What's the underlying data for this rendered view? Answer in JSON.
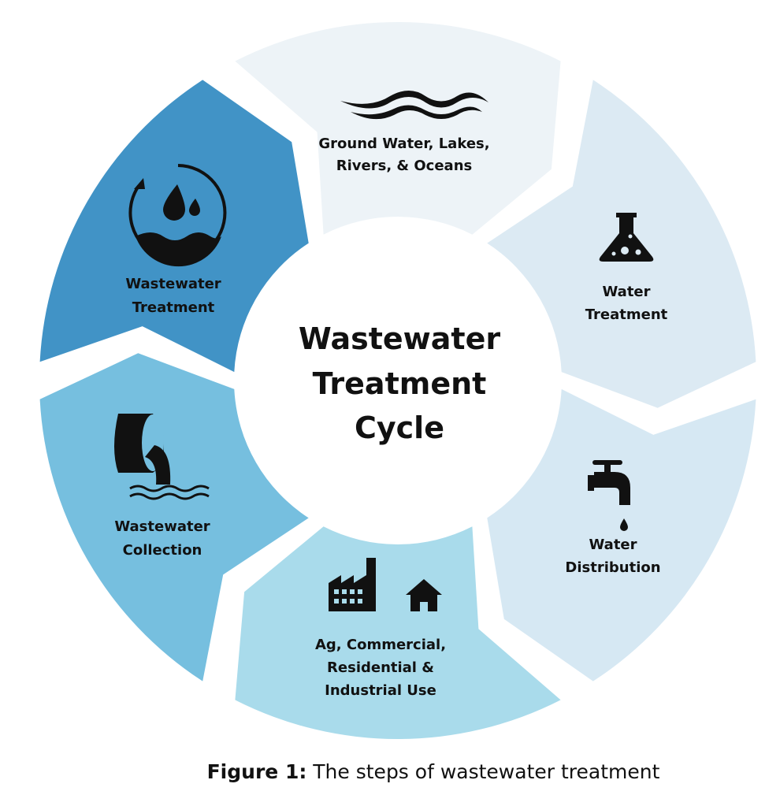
{
  "center": {
    "title_lines": [
      "Wastewater",
      "Treatment",
      "Cycle"
    ]
  },
  "segments": [
    {
      "id": "ground-water",
      "lines": [
        "Ground Water, Lakes,",
        "Rivers, & Oceans"
      ],
      "color": "#edf3f7",
      "icon": "waves-icon"
    },
    {
      "id": "water-treatment",
      "lines": [
        "Water",
        "Treatment"
      ],
      "color": "#dceaf3",
      "icon": "flask-icon"
    },
    {
      "id": "water-distribution",
      "lines": [
        "Water",
        "Distribution"
      ],
      "color": "#d6e8f3",
      "icon": "faucet-icon"
    },
    {
      "id": "use",
      "lines": [
        "Ag, Commercial,",
        "Residential &",
        "Industrial Use"
      ],
      "color": "#a9dbeb",
      "icon": "factory-house-icon"
    },
    {
      "id": "wastewater-collection",
      "lines": [
        "Wastewater",
        "Collection"
      ],
      "color": "#76bfdf",
      "icon": "pipe-outflow-icon"
    },
    {
      "id": "wastewater-treatment",
      "lines": [
        "Wastewater",
        "Treatment"
      ],
      "color": "#4193c6",
      "icon": "recycle-water-icon"
    }
  ],
  "caption": {
    "label": "Figure 1:",
    "text": " The steps of wastewater treatment"
  }
}
